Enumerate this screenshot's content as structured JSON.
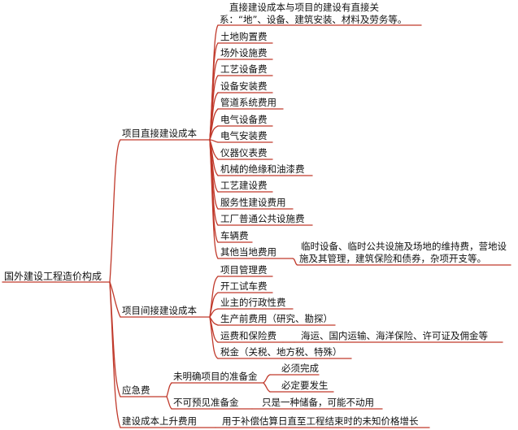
{
  "root": "国外建设工程造价构成",
  "branch1": {
    "label": "项目直接建设成本",
    "description": "直接建设成本与项目的建设有直接关系：“地”、设备、建筑安装、材料及劳务等。",
    "items": [
      "土地购置费",
      "场外设施费",
      "工艺设备费",
      "设备安装费",
      "管道系统费用",
      "电气设备费",
      "电气安装费",
      "仪器仪表费",
      "机械的绝缘和油漆费",
      "工艺建设费",
      "服务性建设费用",
      "工厂普通公共设施费",
      "车辆费",
      "其他当地费用"
    ],
    "other_local_note": "临时设备、临时公共设施及场地的维持费，营地设施及其管理，建筑保险和债券，杂项开支等。"
  },
  "branch2": {
    "label": "项目间接建设成本",
    "items": [
      "项目管理费",
      "开工试车费",
      "业主的行政性费",
      "生产前费用（研究、勘探）",
      "运费和保险费",
      "税金（关税、地方税、特殊）"
    ],
    "freight_note": "海运、国内运输、海洋保险、许可证及佣金等"
  },
  "branch3": {
    "label": "应急费",
    "unspecified": {
      "label": "未明确项目的准备金",
      "notes": [
        "必须完成",
        "必定要发生"
      ]
    },
    "unforeseeable": {
      "label": "不可预见准备金",
      "note": "只是一种储备，可能不动用"
    }
  },
  "branch4": {
    "label": "建设成本上升费用",
    "note": "用于补偿估算日直至工程结束时的未知价格增长"
  },
  "colors": {
    "line": "#c0392b",
    "text": "#111111",
    "background": "#ffffff"
  }
}
